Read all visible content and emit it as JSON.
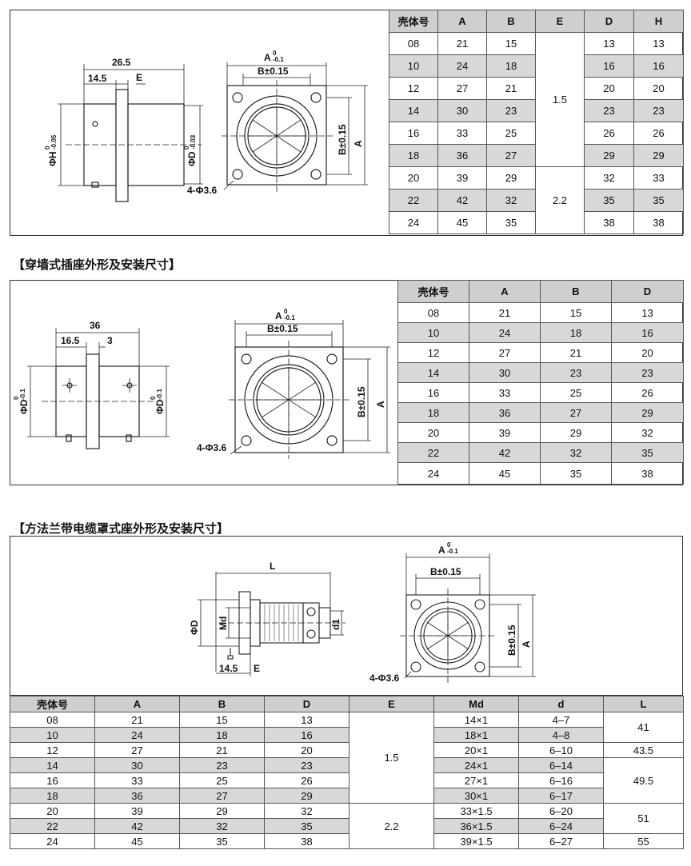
{
  "section2_title": "【穿墙式插座外形及安装尺寸】",
  "section3_title": "【方法兰带电缆罩式座外形及安装尺寸】",
  "table1": {
    "headers": [
      "壳体号",
      "A",
      "B",
      "E",
      "D",
      "H"
    ],
    "rows": [
      [
        "08",
        "21",
        "15",
        "13",
        "13"
      ],
      [
        "10",
        "24",
        "18",
        "16",
        "16"
      ],
      [
        "12",
        "27",
        "21",
        "20",
        "20"
      ],
      [
        "14",
        "30",
        "23",
        "23",
        "23"
      ],
      [
        "16",
        "33",
        "25",
        "26",
        "26"
      ],
      [
        "18",
        "36",
        "27",
        "29",
        "29"
      ],
      [
        "20",
        "39",
        "29",
        "32",
        "33"
      ],
      [
        "22",
        "42",
        "32",
        "35",
        "35"
      ],
      [
        "24",
        "45",
        "35",
        "38",
        "38"
      ]
    ],
    "e_values": [
      "1.5",
      "2.2"
    ]
  },
  "table2": {
    "headers": [
      "壳体号",
      "A",
      "B",
      "D"
    ],
    "rows": [
      [
        "08",
        "21",
        "15",
        "13"
      ],
      [
        "10",
        "24",
        "18",
        "16"
      ],
      [
        "12",
        "27",
        "21",
        "20"
      ],
      [
        "14",
        "30",
        "23",
        "23"
      ],
      [
        "16",
        "33",
        "25",
        "26"
      ],
      [
        "18",
        "36",
        "27",
        "29"
      ],
      [
        "20",
        "39",
        "29",
        "32"
      ],
      [
        "22",
        "42",
        "32",
        "35"
      ],
      [
        "24",
        "45",
        "35",
        "38"
      ]
    ]
  },
  "table3": {
    "headers": [
      "壳体号",
      "A",
      "B",
      "D",
      "E",
      "Md",
      "d",
      "L"
    ],
    "rows": [
      [
        "08",
        "21",
        "15",
        "13",
        "14×1",
        "4–7"
      ],
      [
        "10",
        "24",
        "18",
        "16",
        "18×1",
        "4–8"
      ],
      [
        "12",
        "27",
        "21",
        "20",
        "20×1",
        "6–10"
      ],
      [
        "14",
        "30",
        "23",
        "23",
        "24×1",
        "6–14"
      ],
      [
        "16",
        "33",
        "25",
        "26",
        "27×1",
        "6–16"
      ],
      [
        "18",
        "36",
        "27",
        "29",
        "30×1",
        "6–17"
      ],
      [
        "20",
        "39",
        "29",
        "32",
        "33×1.5",
        "6–20"
      ],
      [
        "22",
        "42",
        "32",
        "35",
        "36×1.5",
        "6–24"
      ],
      [
        "24",
        "45",
        "35",
        "38",
        "39×1.5",
        "6–27"
      ]
    ],
    "e_values": [
      "1.5",
      "2.2"
    ],
    "l_values": [
      "41",
      "43.5",
      "49.5",
      "51",
      "55"
    ]
  },
  "drawings": {
    "d1": {
      "len": "26.5",
      "part": "14.5",
      "e": "E",
      "h": "ΦH",
      "h_tol": "-0.05",
      "d": "ΦD",
      "d_tol": "-0.03",
      "zero": "0",
      "a": "A",
      "a_tol": "-0.1",
      "b": "B±0.15",
      "holes": "4-Φ3.6"
    },
    "d2": {
      "len": "36",
      "part": "16.5",
      "flange": "3",
      "d": "ΦD",
      "d_tol": "-0.1",
      "zero": "0",
      "a": "A",
      "a_tol": "-0.1",
      "b": "B±0.15",
      "holes": "4-Φ3.6"
    },
    "d3": {
      "l": "L",
      "md": "Md",
      "d": "ΦD",
      "d1": "d1",
      "part": "14.5",
      "e": "E",
      "zero": "0",
      "a": "A",
      "a_tol": "-0.1",
      "b": "B±0.15",
      "holes": "4-Φ3.6"
    }
  }
}
